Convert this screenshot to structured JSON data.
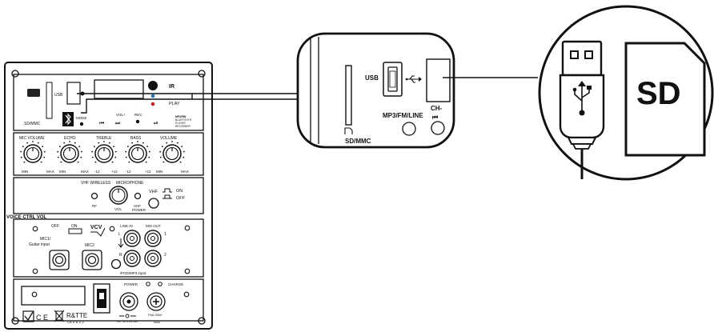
{
  "panel": {
    "ir": "IR",
    "play": "PLAY",
    "usb": "USB",
    "sd_mmc": "SD/MMC",
    "mode": "MODE",
    "vol_plus": "VOL+",
    "rec": "REC",
    "mp3_text_1": "MP3/FM/",
    "mp3_text_2": "BLUETOOTH",
    "mp3_text_3": "PLAYER",
    "mp3_text_4": "RECORDER",
    "knobs": [
      "MIC VOLUME",
      "ECHO",
      "TREBLE",
      "BASS",
      "VOLUME"
    ],
    "knob_minmax": {
      "mic": [
        "MIN",
        "MAX"
      ],
      "echo": [
        "MIN",
        "MAX"
      ],
      "treble": [
        "-12",
        "+12"
      ],
      "bass": [
        "-12",
        "+12"
      ],
      "volume": [
        "MIN",
        "MAX"
      ]
    },
    "vhf_wireless": "VHF WIRELESS",
    "microphone": "MICROPHONE",
    "rf": "RF",
    "vol": "VOL",
    "vhf_power_1": "VHF",
    "vhf_power_2": "POWER",
    "vhf": "VHF",
    "on": "ON",
    "off": "OFF",
    "voice_ctrl": "VOICE CTRL VOL",
    "vcv": "VCV",
    "mic1_1": "MIC1/",
    "mic1_2": "Guitar input",
    "mic2": "MIC2",
    "line_in": "LINE IN",
    "mix_out": "MIX OUT",
    "l": "L",
    "r": "R",
    "ch1": "1",
    "ch2": "2",
    "ipod": "iPOD/MP3 input",
    "power": "POWER",
    "charge": "CHARGE",
    "dc": "DC 12-15V/4A",
    "fuse": "F6A 250V",
    "ce": "C E",
    "rtte": "R&TTE",
    "rtte_code": "C€ 0 6 2 2"
  },
  "zoom": {
    "usb": "USB",
    "sd_mmc": "SD/MMC",
    "mp3": "MP3/FM/LINE",
    "ch": "CH-"
  },
  "detail": {
    "sd": "SD"
  }
}
